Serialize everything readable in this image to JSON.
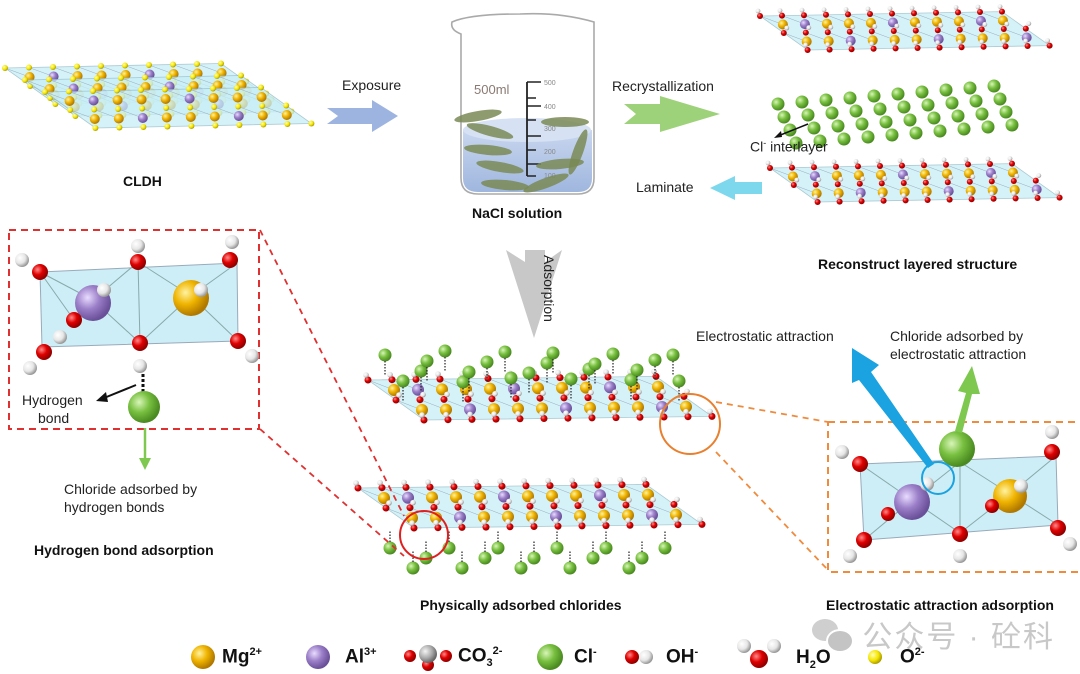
{
  "figure": {
    "stages": {
      "cldh": "CLDH",
      "exposure": "Exposure",
      "nacl": "NaCl solution",
      "beaker_volume": "500ml",
      "beaker_ticks": [
        "500",
        "400",
        "300",
        "200",
        "100"
      ],
      "recrystallization": "Recrystallization",
      "cl_interlayer": "Cl",
      "cl_interlayer_sup": "-",
      "cl_interlayer_rest": " interlayer",
      "laminate": "Laminate",
      "reconstruct": "Reconstruct layered structure",
      "adsorption": "Adsorption",
      "physically": "Physically adsorbed chlorides"
    },
    "hbond_panel": {
      "hydrogen_bond_1": "Hydrogen",
      "hydrogen_bond_2": "bond",
      "chloride_1": "Chloride adsorbed by",
      "chloride_2": "hydrogen bonds",
      "title": "Hydrogen bond adsorption"
    },
    "electro_panel": {
      "electrostatic": "Electrostatic attraction",
      "chloride_1": "Chloride adsorbed by",
      "chloride_2": "electrostatic attraction",
      "title": "Electrostatic attraction adsorption"
    },
    "legend": [
      {
        "name": "Mg",
        "sup": "2+",
        "color": "#f0b400",
        "icon": "mg-sphere"
      },
      {
        "name": "Al",
        "sup": "3+",
        "color": "#9b7fc8",
        "icon": "al-sphere"
      },
      {
        "name": "CO",
        "sub": "3",
        "sup": "2-",
        "icon": "carbonate-molecule"
      },
      {
        "name": "Cl",
        "sup": "-",
        "color": "#78c040",
        "icon": "cl-sphere"
      },
      {
        "name": "OH",
        "sup": "-",
        "icon": "hydroxide-molecule"
      },
      {
        "name": "H",
        "sub": "2",
        "rest": "O",
        "icon": "water-molecule"
      },
      {
        "name": "O",
        "sup": "2-",
        "color": "#f5e600",
        "icon": "oxide-sphere"
      }
    ],
    "watermark": "公众号 · 砼科",
    "colors": {
      "mg": "#f0b400",
      "al": "#9b7fc8",
      "cl": "#78c040",
      "o": "#e00000",
      "h": "#f0f0f0",
      "hbond_box": "#e03030",
      "electro_box": "#f08a3c",
      "exposure_arrow": "#9db4e0",
      "recryst_arrow": "#9ed27a",
      "laminate_arrow": "#7dd8ee",
      "adsorption_arrow": "#c8c8c8",
      "electro_arrow": "#1aa3e0",
      "chloride_arrow": "#7ec850"
    }
  }
}
